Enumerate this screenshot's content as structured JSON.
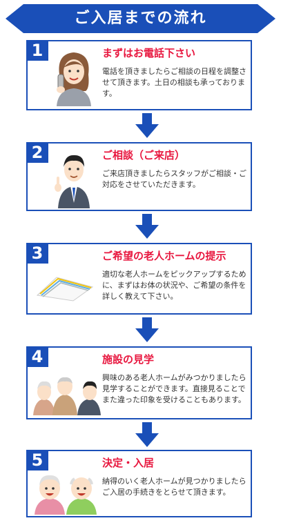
{
  "header": {
    "title": "ご入居までの流れ",
    "bg_color": "#1a4fb8"
  },
  "steps": [
    {
      "number": "1",
      "title": "まずはお電話下さい",
      "text": "電話を頂きましたらご相談の日程を調整させて頂きます。土日の相談も承っております。",
      "icon": "phone-woman-icon"
    },
    {
      "number": "2",
      "title": "ご相談（ご来店）",
      "text": "ご来店頂きましたらスタッフがご相談・ご対応をさせていただきます。",
      "icon": "staff-man-icon"
    },
    {
      "number": "3",
      "title": "ご希望の老人ホームの提示",
      "text": "適切な老人ホームをピックアップするために、まずはお体の状況や、ご希望の条件を詳しく教えて下さい。",
      "icon": "documents-icon"
    },
    {
      "number": "4",
      "title": "施設の見学",
      "text": "興味のある老人ホームがみつかりましたら見学することができます。直接見ることでまた違った印象を受けることもあります。",
      "icon": "visit-group-icon"
    },
    {
      "number": "5",
      "title": "決定・入居",
      "text": "納得のいく老人ホームが見つかりましたらご入居の手続きをとらせて頂きます。",
      "icon": "elderly-couple-icon"
    }
  ],
  "colors": {
    "accent": "#1a4fb8",
    "title": "#e8173f",
    "text": "#333333"
  }
}
